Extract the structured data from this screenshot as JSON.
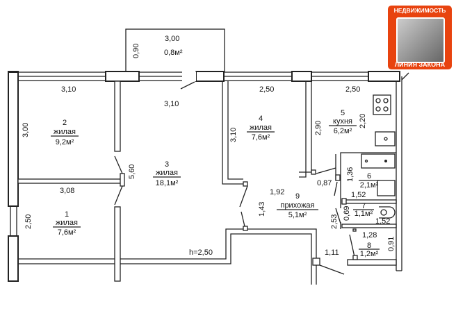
{
  "logo": {
    "top": "НЕДВИЖИМОСТЬ",
    "bottom": "ЛИНИЯ ЗАКОНА",
    "color": "#e8430f"
  },
  "balcony": {
    "width": "3,00",
    "depth": "0,90",
    "area": "0,8м²"
  },
  "dimensions": {
    "top_left": "3,10",
    "top_room4": "2,50",
    "top_room5": "2,50",
    "room3_top": "3,10",
    "room2_height": "3,00",
    "room4_height": "3,10",
    "room5_height": "2,90",
    "room5_side": "2,20",
    "room3_width": "5,60",
    "room1_top": "3,08",
    "room1_height": "2,50",
    "hall_a": "1,92",
    "hall_b": "1,43",
    "hall_c": "0,87",
    "bath_h": "1,36",
    "bath_w": "1,52",
    "wc_h": "0,69",
    "wc_w": "1,52",
    "hall_d": "2,53",
    "room8_w": "1,28",
    "room8_h": "0,91",
    "hall_e": "1,11",
    "ceiling": "h=2,50"
  },
  "rooms": [
    {
      "num": "1",
      "name": "жилая",
      "area": "7,6м²"
    },
    {
      "num": "2",
      "name": "жилая",
      "area": "9,2м²"
    },
    {
      "num": "3",
      "name": "жилая",
      "area": "18,1м²"
    },
    {
      "num": "4",
      "name": "жилая",
      "area": "7,6м²"
    },
    {
      "num": "5",
      "name": "кухня",
      "area": "6,2м²"
    },
    {
      "num": "6",
      "area": "2,1м²"
    },
    {
      "num": "7",
      "area": "1,1м²"
    },
    {
      "num": "8",
      "area": "1,2м²"
    },
    {
      "num": "9",
      "name": "прихожая",
      "area": "5,1м²"
    }
  ]
}
